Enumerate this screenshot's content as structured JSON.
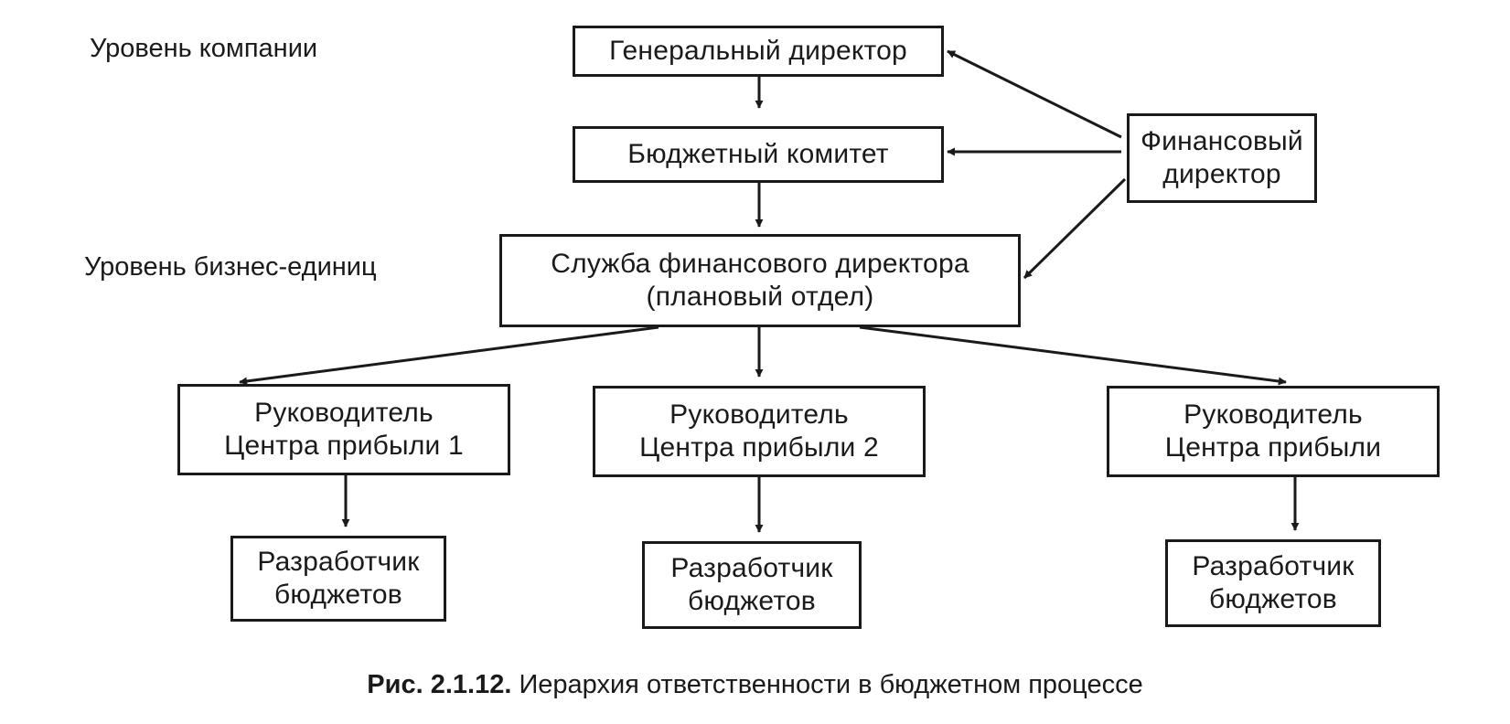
{
  "levels": {
    "company": "Уровень компании",
    "business_units": "Уровень бизнес-единиц"
  },
  "boxes": {
    "ceo": [
      "Генеральный директор"
    ],
    "budget_committee": [
      "Бюджетный комитет"
    ],
    "cfo": [
      "Финансовый",
      "директор"
    ],
    "cfo_service": [
      "Служба финансового директора",
      "(плановый отдел)"
    ],
    "pc1_head": [
      "Руководитель",
      "Центра прибыли 1"
    ],
    "pc2_head": [
      "Руководитель",
      "Центра прибыли 2"
    ],
    "pc3_head": [
      "Руководитель",
      "Центра прибыли"
    ],
    "dev1": [
      "Разработчик",
      "бюджетов"
    ],
    "dev2": [
      "Разработчик",
      "бюджетов"
    ],
    "dev3": [
      "Разработчик",
      "бюджетов"
    ]
  },
  "caption": {
    "figure_number": "Рис. 2.1.12.",
    "text": "Иерархия ответственности в бюджетном процессе"
  }
}
